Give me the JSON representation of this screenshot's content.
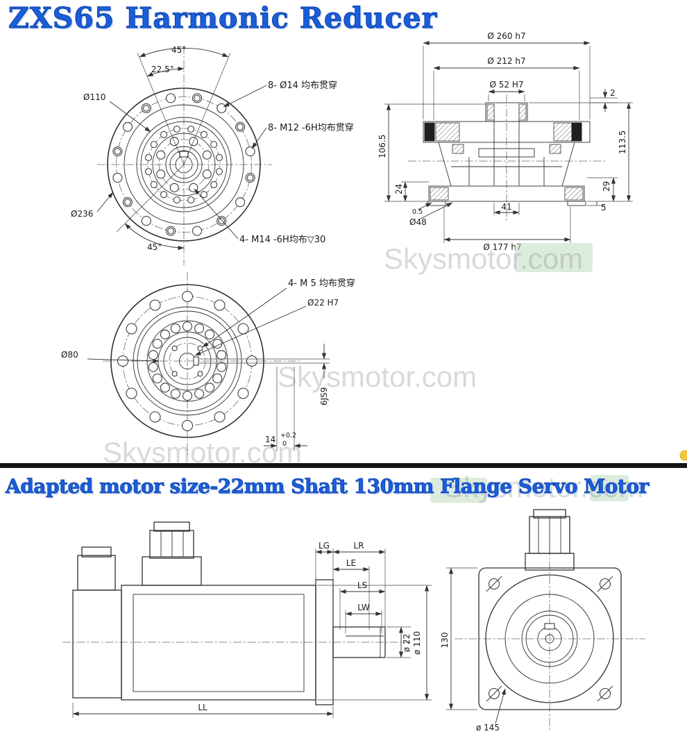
{
  "titles": {
    "main": "ZXS65 Harmonic Reducer",
    "second": "Adapted motor size-22mm Shaft 130mm Flange Servo Motor"
  },
  "watermark": {
    "text": "Skysmotor.com"
  },
  "front_view": {
    "angle_top": "45°",
    "angle_half": "22.5°",
    "dia_110": "Ø110",
    "holes_14": "8- Ø14 均布贯穿",
    "holes_m12": "8- M12 -6H均布贯穿",
    "dia_236": "Ø236",
    "holes_m14": "4- M14 -6H均布▽30",
    "angle_bottom": "45°"
  },
  "section_view": {
    "dia_260": "Ø 260 h7",
    "dia_212": "Ø 212 h7",
    "dia_52": "Ø 52 H7",
    "dim_2": "2",
    "dim_113_5": "113.5",
    "dim_29": "29",
    "dim_5": "5",
    "dim_106_5": "106.5",
    "dim_24": "24",
    "dim_0_5": "0.5",
    "dia_48": "Ø48",
    "dim_41": "41",
    "dia_177": "Ø 177 h7"
  },
  "output_view": {
    "holes_m5": "4- M 5 均布贯穿",
    "dia_22": "Ø22 H7",
    "dia_80": "Ø80",
    "keyway": "6JS9",
    "dim_14": "14",
    "tol_up": "+0.2",
    "tol_dn": "0"
  },
  "motor_side": {
    "lg": "LG",
    "lr": "LR",
    "le": "LE",
    "ls": "LS",
    "lw": "LW",
    "dia_shaft": "ø 22",
    "dia_body": "ø 110",
    "ll": "LL"
  },
  "motor_front": {
    "flange": "130",
    "dia_145": "ø 145"
  }
}
